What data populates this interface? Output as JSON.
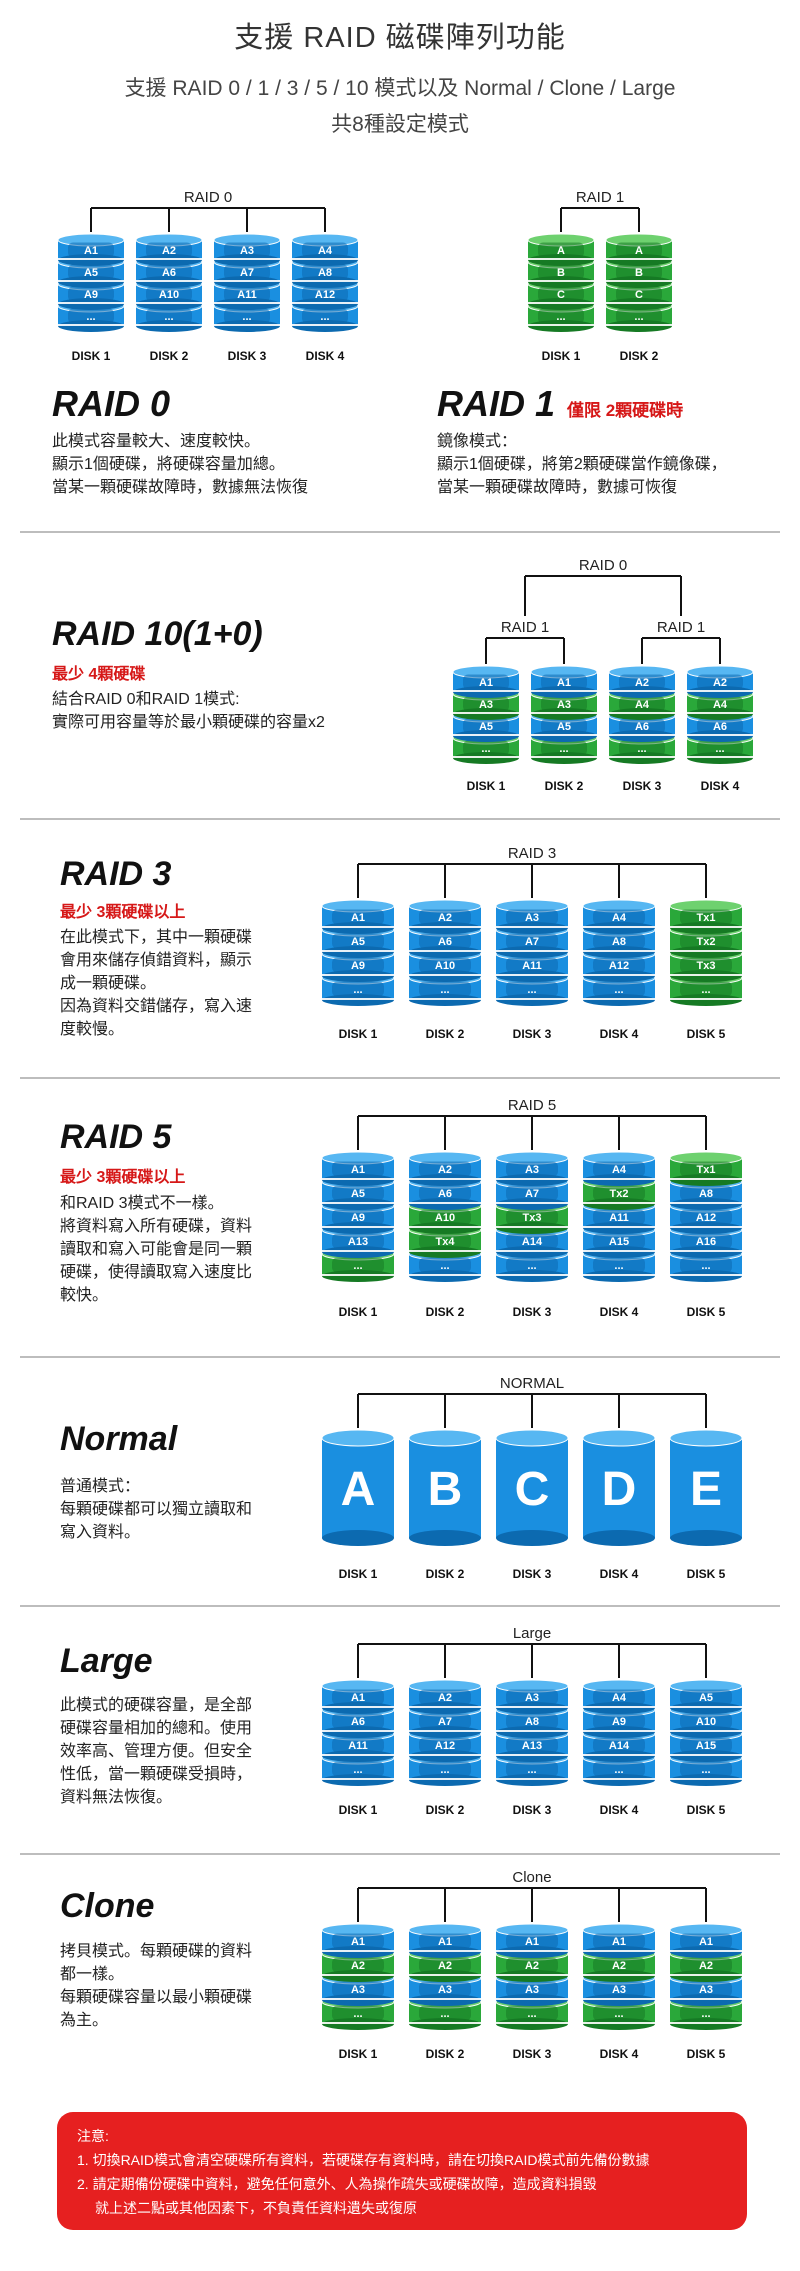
{
  "header": {
    "title": "支援 RAID 磁碟陣列功能",
    "subtitle_line1": "支援 RAID 0 / 1 / 3 / 5 / 10 模式以及 Normal / Clone / Large",
    "subtitle_line2": "共8種設定模式"
  },
  "colors": {
    "blue": "#1a8fe0",
    "green": "#2aa83a",
    "red": "#d61818",
    "notice_bg": "#e62020"
  },
  "sections": {
    "raid0": {
      "heading": "RAID 0",
      "desc": [
        "此模式容量較大、速度較快。",
        "顯示1個硬碟，將硬碟容量加總。",
        "當某一顆硬碟故障時，數據無法恢復"
      ],
      "diagram_label": "RAID 0",
      "disks": [
        {
          "name": "DISK 1",
          "cells": [
            "A1",
            "A5",
            "A9",
            "..."
          ],
          "colors": [
            "b",
            "b",
            "b",
            "b"
          ]
        },
        {
          "name": "DISK 2",
          "cells": [
            "A2",
            "A6",
            "A10",
            "..."
          ],
          "colors": [
            "b",
            "b",
            "b",
            "b"
          ]
        },
        {
          "name": "DISK 3",
          "cells": [
            "A3",
            "A7",
            "A11",
            "..."
          ],
          "colors": [
            "b",
            "b",
            "b",
            "b"
          ]
        },
        {
          "name": "DISK 4",
          "cells": [
            "A4",
            "A8",
            "A12",
            "..."
          ],
          "colors": [
            "b",
            "b",
            "b",
            "b"
          ]
        }
      ]
    },
    "raid1": {
      "heading": "RAID 1",
      "note": "僅限 2顆硬碟時",
      "desc": [
        "鏡像模式：",
        "顯示1個硬碟，將第2顆硬碟當作鏡像碟，",
        "當某一顆硬碟故障時，數據可恢復"
      ],
      "diagram_label": "RAID 1",
      "disks": [
        {
          "name": "DISK 1",
          "cells": [
            "A",
            "B",
            "C",
            "..."
          ],
          "colors": [
            "g",
            "g",
            "g",
            "g"
          ]
        },
        {
          "name": "DISK 2",
          "cells": [
            "A",
            "B",
            "C",
            "..."
          ],
          "colors": [
            "g",
            "g",
            "g",
            "g"
          ]
        }
      ]
    },
    "raid10": {
      "heading": "RAID 10(1+0)",
      "note": "最少 4顆硬碟",
      "desc": [
        "結合RAID 0和RAID 1模式:",
        "實際可用容量等於最小顆硬碟的容量x2"
      ],
      "diagram_label_top": "RAID 0",
      "diagram_label_left": "RAID 1",
      "diagram_label_right": "RAID 1",
      "disks": [
        {
          "name": "DISK 1",
          "cells": [
            "A1",
            "A3",
            "A5",
            "..."
          ],
          "colors": [
            "b",
            "g",
            "b",
            "g"
          ]
        },
        {
          "name": "DISK 2",
          "cells": [
            "A1",
            "A3",
            "A5",
            "..."
          ],
          "colors": [
            "b",
            "g",
            "b",
            "g"
          ]
        },
        {
          "name": "DISK 3",
          "cells": [
            "A2",
            "A4",
            "A6",
            "..."
          ],
          "colors": [
            "b",
            "g",
            "b",
            "g"
          ]
        },
        {
          "name": "DISK 4",
          "cells": [
            "A2",
            "A4",
            "A6",
            "..."
          ],
          "colors": [
            "b",
            "g",
            "b",
            "g"
          ]
        }
      ]
    },
    "raid3": {
      "heading": "RAID 3",
      "note": "最少 3顆硬碟以上",
      "desc": [
        "在此模式下，其中一顆硬碟",
        "會用來儲存偵錯資料，顯示",
        "成一顆硬碟。",
        "因為資料交錯儲存，寫入速",
        "度較慢。"
      ],
      "diagram_label": "RAID 3",
      "disks": [
        {
          "name": "DISK 1",
          "cells": [
            "A1",
            "A5",
            "A9",
            "..."
          ],
          "colors": [
            "b",
            "b",
            "b",
            "b"
          ]
        },
        {
          "name": "DISK 2",
          "cells": [
            "A2",
            "A6",
            "A10",
            "..."
          ],
          "colors": [
            "b",
            "b",
            "b",
            "b"
          ]
        },
        {
          "name": "DISK 3",
          "cells": [
            "A3",
            "A7",
            "A11",
            "..."
          ],
          "colors": [
            "b",
            "b",
            "b",
            "b"
          ]
        },
        {
          "name": "DISK 4",
          "cells": [
            "A4",
            "A8",
            "A12",
            "..."
          ],
          "colors": [
            "b",
            "b",
            "b",
            "b"
          ]
        },
        {
          "name": "DISK 5",
          "cells": [
            "Tx1",
            "Tx2",
            "Tx3",
            "..."
          ],
          "colors": [
            "g",
            "g",
            "g",
            "g"
          ]
        }
      ]
    },
    "raid5": {
      "heading": "RAID 5",
      "note": "最少 3顆硬碟以上",
      "desc": [
        "和RAID 3模式不一樣。",
        "將資料寫入所有硬碟，資料",
        "讀取和寫入可能會是同一顆",
        "硬碟，使得讀取寫入速度比",
        "較快。"
      ],
      "diagram_label": "RAID 5",
      "disks": [
        {
          "name": "DISK 1",
          "cells": [
            "A1",
            "A5",
            "A9",
            "A13",
            "..."
          ],
          "colors": [
            "b",
            "b",
            "b",
            "b",
            "g"
          ]
        },
        {
          "name": "DISK 2",
          "cells": [
            "A2",
            "A6",
            "A10",
            "Tx4",
            "..."
          ],
          "colors": [
            "b",
            "b",
            "g",
            "g",
            "b"
          ]
        },
        {
          "name": "DISK 3",
          "cells": [
            "A3",
            "A7",
            "Tx3",
            "A14",
            "..."
          ],
          "colors": [
            "b",
            "b",
            "g",
            "b",
            "b"
          ]
        },
        {
          "name": "DISK 4",
          "cells": [
            "A4",
            "Tx2",
            "A11",
            "A15",
            "..."
          ],
          "colors": [
            "b",
            "g",
            "b",
            "b",
            "b"
          ]
        },
        {
          "name": "DISK 5",
          "cells": [
            "Tx1",
            "A8",
            "A12",
            "A16",
            "..."
          ],
          "colors": [
            "g",
            "b",
            "b",
            "b",
            "b"
          ]
        }
      ]
    },
    "normal": {
      "heading": "Normal",
      "desc": [
        "普通模式：",
        "每顆硬碟都可以獨立讀取和",
        "寫入資料。"
      ],
      "diagram_label": "NORMAL",
      "disks": [
        {
          "name": "DISK 1",
          "letter": "A"
        },
        {
          "name": "DISK 2",
          "letter": "B"
        },
        {
          "name": "DISK 3",
          "letter": "C"
        },
        {
          "name": "DISK 4",
          "letter": "D"
        },
        {
          "name": "DISK 5",
          "letter": "E"
        }
      ]
    },
    "large": {
      "heading": "Large",
      "desc": [
        "此模式的硬碟容量，是全部",
        "硬碟容量相加的總和。使用",
        "效率高、管理方便。但安全",
        "性低，當一顆硬碟受損時，",
        "資料無法恢復。"
      ],
      "diagram_label": "Large",
      "disks": [
        {
          "name": "DISK 1",
          "cells": [
            "A1",
            "A6",
            "A11",
            "..."
          ],
          "colors": [
            "b",
            "b",
            "b",
            "b"
          ]
        },
        {
          "name": "DISK 2",
          "cells": [
            "A2",
            "A7",
            "A12",
            "..."
          ],
          "colors": [
            "b",
            "b",
            "b",
            "b"
          ]
        },
        {
          "name": "DISK 3",
          "cells": [
            "A3",
            "A8",
            "A13",
            "..."
          ],
          "colors": [
            "b",
            "b",
            "b",
            "b"
          ]
        },
        {
          "name": "DISK 4",
          "cells": [
            "A4",
            "A9",
            "A14",
            "..."
          ],
          "colors": [
            "b",
            "b",
            "b",
            "b"
          ]
        },
        {
          "name": "DISK 5",
          "cells": [
            "A5",
            "A10",
            "A15",
            "..."
          ],
          "colors": [
            "b",
            "b",
            "b",
            "b"
          ]
        }
      ]
    },
    "clone": {
      "heading": "Clone",
      "desc": [
        "拷貝模式。每顆硬碟的資料",
        "都一樣。",
        "每顆硬碟容量以最小顆硬碟",
        "為主。"
      ],
      "diagram_label": "Clone",
      "disks": [
        {
          "name": "DISK 1",
          "cells": [
            "A1",
            "A2",
            "A3",
            "..."
          ],
          "colors": [
            "b",
            "g",
            "b",
            "g"
          ]
        },
        {
          "name": "DISK 2",
          "cells": [
            "A1",
            "A2",
            "A3",
            "..."
          ],
          "colors": [
            "b",
            "g",
            "b",
            "g"
          ]
        },
        {
          "name": "DISK 3",
          "cells": [
            "A1",
            "A2",
            "A3",
            "..."
          ],
          "colors": [
            "b",
            "g",
            "b",
            "g"
          ]
        },
        {
          "name": "DISK 4",
          "cells": [
            "A1",
            "A2",
            "A3",
            "..."
          ],
          "colors": [
            "b",
            "g",
            "b",
            "g"
          ]
        },
        {
          "name": "DISK 5",
          "cells": [
            "A1",
            "A2",
            "A3",
            "..."
          ],
          "colors": [
            "b",
            "g",
            "b",
            "g"
          ]
        }
      ]
    }
  },
  "notice": {
    "title": "注意:",
    "items": [
      "1. 切換RAID模式會清空硬碟所有資料，若硬碟存有資料時，請在切換RAID模式前先備份數據",
      "2. 請定期備份硬碟中資料，避免任何意外、人為操作疏失或硬碟故障，造成資料損毀",
      "就上述二點或其他因素下，不負責任資料遺失或復原"
    ]
  }
}
